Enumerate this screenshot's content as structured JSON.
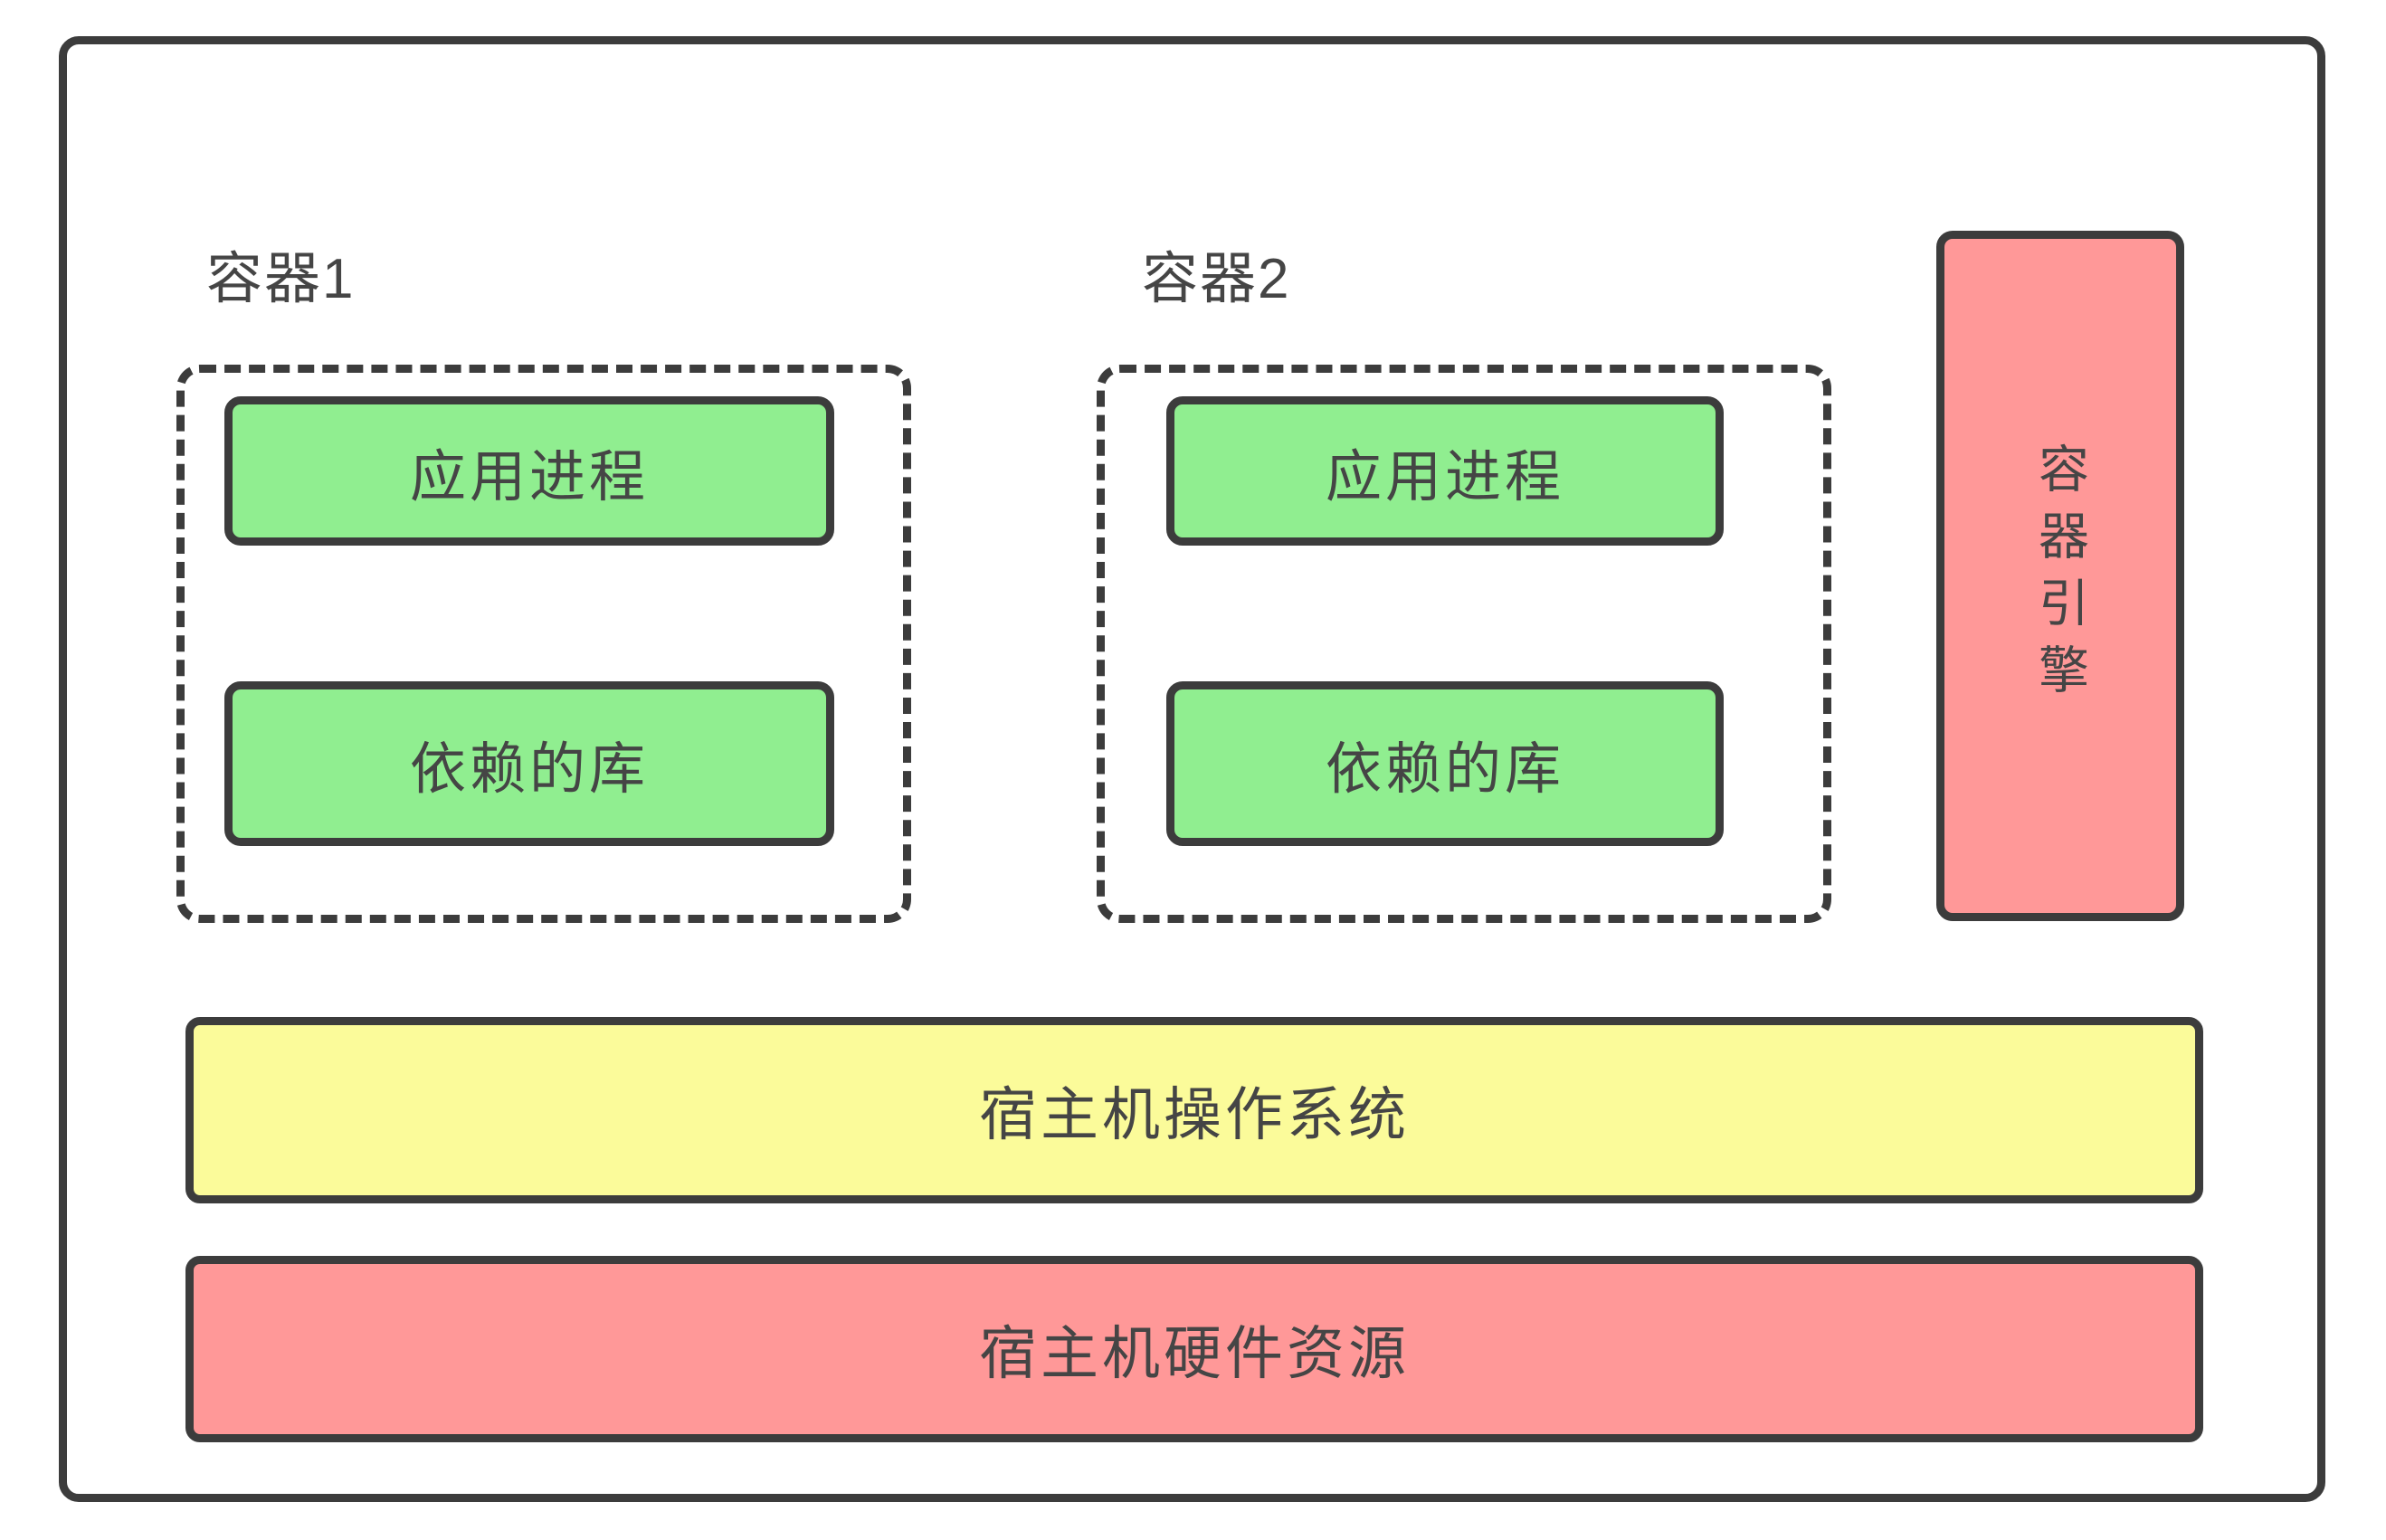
{
  "colors": {
    "green": "#90ee90",
    "yellow": "#fbfb9a",
    "red": "#ff9898",
    "border": "#3c3c3c",
    "text": "#454545"
  },
  "containers": [
    {
      "label": "容器1",
      "app_process": "应用进程",
      "dependent_libs": "依赖的库"
    },
    {
      "label": "容器2",
      "app_process": "应用进程",
      "dependent_libs": "依赖的库"
    }
  ],
  "engine": {
    "label": "容器引擎"
  },
  "layers": {
    "os": "宿主机操作系统",
    "hardware": "宿主机硬件资源"
  }
}
